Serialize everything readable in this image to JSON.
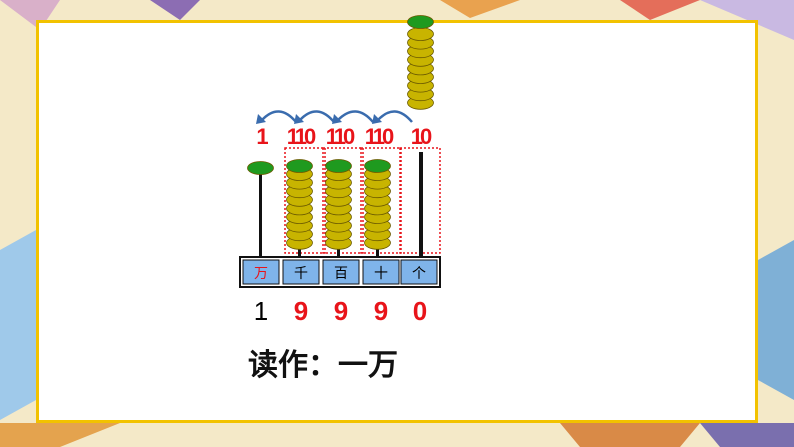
{
  "place_labels": [
    "万",
    "千",
    "百",
    "十",
    "个"
  ],
  "carry_labels": [
    "1",
    "110",
    "110",
    "110",
    "10"
  ],
  "digits": [
    "1",
    "9",
    "9",
    "9",
    "0"
  ],
  "reading_text": "读作：一万",
  "colors": {
    "frame": "#f2c200",
    "bead_green": "#1f9a1f",
    "bead_yellow": "#c8b400",
    "label_box": "#7fb4ea",
    "red": "#e8141a",
    "arrow": "#3a6cae"
  }
}
